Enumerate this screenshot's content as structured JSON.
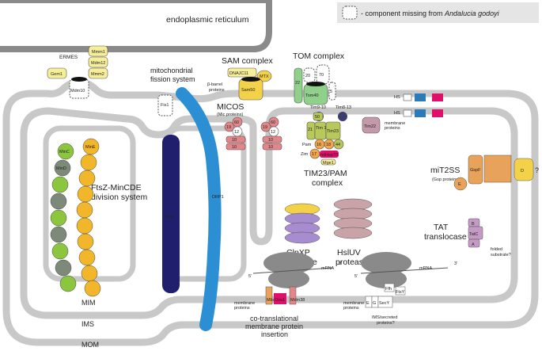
{
  "legend": {
    "text_prefix": "- component missing from ",
    "text_species": "Andalucia godoyi"
  },
  "labels": {
    "er": "endoplasmic reticulum",
    "ermes": "ERMES",
    "fission": "mitochondrial",
    "fission2": "fission system",
    "sam": "SAM complex",
    "tom": "TOM complex",
    "micos": "MICOS",
    "micos_sub": "(Mic proteins)",
    "tim23": "TIM23/PAM",
    "tim23b": "complex",
    "ftsz_sys": "FtsZ-MinCDE",
    "ftsz_sys2": "division system",
    "clpxp": "ClpXP",
    "clpxp2": "protease",
    "hslv": "HslUV",
    "hslv2": "protease",
    "mit2ss": "miT2SS",
    "mit2ss_sub": "(Gsp proteins)",
    "tat": "TAT",
    "tat2": "translocase",
    "folded": "folded",
    "folded2": "substrate?",
    "question": "?",
    "mim": "MIM",
    "ims": "IMS",
    "mom": "MOM",
    "cotrans": "co-translational",
    "cotrans2": "membrane protein",
    "cotrans3": "insertion",
    "mrna": "mRNA",
    "five": "5'",
    "three": "3'",
    "mem_prot": "membrane",
    "mem_prot2": "proteins",
    "ims_sec": "IMS/secreted",
    "ims_sec2": "proteins?",
    "beta": "β-barrel",
    "beta2": "proteins",
    "tim9": "Tim9-10",
    "tim8": "Tim8-13",
    "hs": "HS"
  },
  "proteins": {
    "gem1": "Gem1",
    "mdm10": "Mdm10",
    "mmm1": "Mmm1",
    "mdm12": "Mdm12",
    "mmm2": "Mmm2",
    "fis1": "Fis1",
    "dnajc11": "DNAJC11",
    "mtx": "MTX",
    "sam50": "Sam50",
    "tom22": "22",
    "tom20": "20",
    "tom70": "70",
    "tom40": "Tom40",
    "tom5": "5",
    "mic60": "60",
    "mic19": "19",
    "mic12": "12",
    "mic10": "10",
    "tim50": "50",
    "tim21": "21",
    "tim17": "Tim 17",
    "tim23": "Tim23",
    "pam16": "16",
    "pam18": "18",
    "tim44": "44",
    "pam": "Pam",
    "zim": "Zim",
    "pam17": "17",
    "mthsp70": "mtHsp70",
    "mge1": "Mge1",
    "tim22": "Tim22",
    "minc": "MinC",
    "mind": "MinD",
    "mine": "MinE",
    "ftsz": "FtsZ",
    "drp1": "DRP1",
    "gspf": "GspF",
    "gspe": "E",
    "gspd": "D",
    "tatc": "TatC",
    "tata": "A",
    "tatb": "B",
    "oxa1": "Oxa1",
    "ffh": "Ffh",
    "ftsy": "FtsY",
    "secy": "SecY",
    "secE": "E",
    "secG": "G",
    "mba1": "Mba1",
    "mdm38": "Mdm38"
  },
  "colors": {
    "membrane": "#c8c8c8",
    "er_line": "#8a8a8a",
    "ermes": "#f7ee9a",
    "sam": "#f3d24a",
    "tom": "#8fd08a",
    "micos": "#e3868a",
    "tim": "#b9c85a",
    "tim22": "#c49aaa",
    "minc": "#8cc63f",
    "mind": "#7d8a7a",
    "mine": "#f2b62b",
    "ftsz": "#1f1f6e",
    "drp1": "#2c8fd3",
    "gsp": "#e9a25a",
    "tat": "#c39bc4",
    "clp": "#a78cd0",
    "hsl": "#c9a3a8",
    "ribosome": "#8a8a8a",
    "oxa1": "#e0106a",
    "chaperone_blue": "#2b7bb9",
    "chaperone_pink": "#e0106a"
  }
}
